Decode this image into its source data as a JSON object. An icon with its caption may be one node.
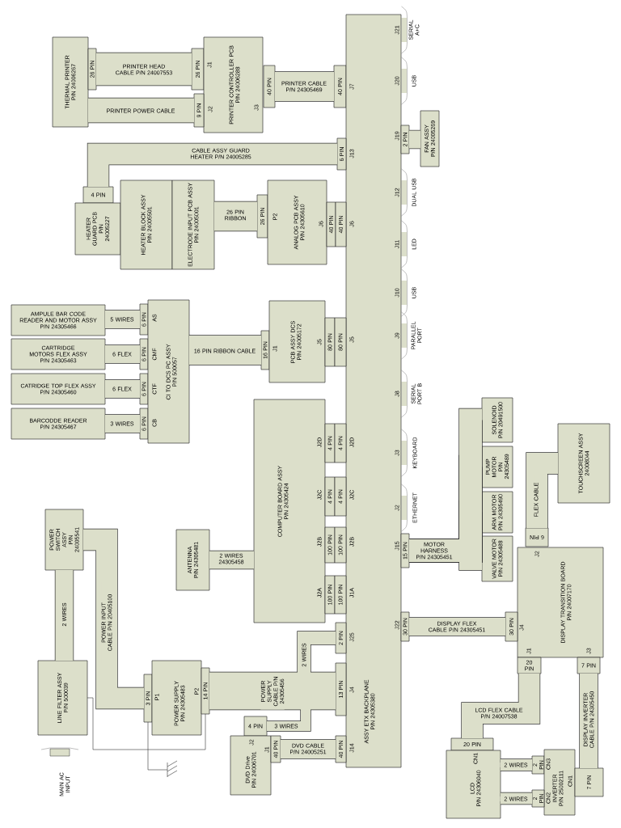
{
  "diagram": {
    "nodes": [
      {
        "text": [
          "THERMAL PRINTER",
          "P/N 24006267"
        ]
      },
      {
        "text": [
          "26 PIN"
        ]
      },
      {
        "text": [
          "26 PIN"
        ]
      },
      {
        "text": [
          "PRINTER CONTROLLER PCB",
          "P/N 24006288",
          "J1",
          "J2",
          "J3"
        ]
      },
      {
        "text": [
          "9 PIN"
        ]
      },
      {
        "text": [
          "40 PIN"
        ]
      },
      {
        "text": [
          "40 PIN"
        ]
      },
      {
        "text": [
          "ASSY ETX BACKPLANE",
          "P/N 24305380",
          "J7",
          "J13",
          "J6",
          "J5",
          "J2D",
          "J2C",
          "J2B",
          "J1A",
          "J25",
          "J4",
          "J14",
          "J21",
          "J20",
          "J19",
          "J12",
          "J11",
          "J10",
          "J9",
          "J8",
          "J3",
          "J2",
          "J15",
          "J22"
        ]
      },
      {
        "text": [
          "6 PIN"
        ]
      },
      {
        "text": [
          "4 PIN"
        ]
      },
      {
        "text": [
          "HEATER GUARD PCB",
          "P/N 24005227"
        ]
      },
      {
        "text": [
          "HEATER BLOCK ASSY",
          "P/N 24005501"
        ]
      },
      {
        "text": [
          "ELECTRODE INPUT PCB ASSY",
          "P/N 24005001"
        ]
      },
      {
        "text": [
          "26 PIN"
        ]
      },
      {
        "text": [
          "ANALOG PCB ASSY",
          "P/N 24305610",
          "P2",
          "J6"
        ]
      },
      {
        "text": [
          "40 PIN"
        ]
      },
      {
        "text": [
          "40 PIN"
        ]
      },
      {
        "text": [
          "2 PIN"
        ]
      },
      {
        "text": [
          "FAN ASSY",
          "P/N 24005269"
        ]
      },
      {
        "text": [
          "AMPULE BAR CODE READER AND MOTOR ASSY",
          "P/N 24305466"
        ]
      },
      {
        "text": [
          "6 PIN"
        ]
      },
      {
        "text": [
          "CARTRIDGE MOTORS FLEX ASSY",
          "P/N 24305463"
        ]
      },
      {
        "text": [
          "6 PIN"
        ]
      },
      {
        "text": [
          "CATRIDGE TOP FLEX ASSY",
          "P/N 24305460"
        ]
      },
      {
        "text": [
          "6 PIN"
        ]
      },
      {
        "text": [
          "BARCODDE READER",
          "P/N 24305467"
        ]
      },
      {
        "text": [
          "6 PIN"
        ]
      },
      {
        "text": [
          "CI TO DCS PC ASSY",
          "P/N 500057",
          "AS",
          "CMF",
          "CTF",
          "CB"
        ]
      },
      {
        "text": [
          "16 PIN"
        ]
      },
      {
        "text": [
          "PCB ASSY DCS",
          "P/N 24005172",
          "J1",
          "J5"
        ]
      },
      {
        "text": [
          "80 PIN"
        ]
      },
      {
        "text": [
          "80 PIN"
        ]
      },
      {
        "text": [
          "COMPUTER BOARD ASSY",
          "P/N 24305424",
          "J2D",
          "J2C",
          "J2B",
          "J2A"
        ]
      },
      {
        "text": [
          "4 PIN"
        ]
      },
      {
        "text": [
          "4 PIN"
        ]
      },
      {
        "text": [
          "4 PIN"
        ]
      },
      {
        "text": [
          "4 PIN"
        ]
      },
      {
        "text": [
          "100 PIN"
        ]
      },
      {
        "text": [
          "100 PIN"
        ]
      },
      {
        "text": [
          "100 PIN"
        ]
      },
      {
        "text": [
          "100 PIN"
        ]
      },
      {
        "text": [
          "ANTENNA",
          "P/N 24305481"
        ]
      },
      {
        "text": [
          "SOLENOID",
          "P/N 20491500"
        ]
      },
      {
        "text": [
          "PUMP MOTOR",
          "P/N 24305489"
        ]
      },
      {
        "text": [
          "ARM MOTOR",
          "P/N 24305490"
        ]
      },
      {
        "text": [
          "VALVE MOTOR",
          "P/N 24305488"
        ]
      },
      {
        "text": [
          "TOUCHSCREEN ASSY",
          "24008044"
        ]
      },
      {
        "text": [
          "15 PIN"
        ]
      },
      {
        "text": [
          "6 PIN"
        ]
      },
      {
        "text": [
          "DISPLAY TRANSITION BOARD",
          "P/N 24007170",
          "J2",
          "J4",
          "J1",
          "J3"
        ]
      },
      {
        "text": [
          "POWER SWITCH ASSY",
          "P/N 24005541"
        ]
      },
      {
        "text": [
          "30 PIN"
        ]
      },
      {
        "text": [
          "30 PIN"
        ]
      },
      {
        "text": [
          "2 PIN"
        ]
      },
      {
        "text": [
          "LINE FILTER ASSY",
          "P/N 500039"
        ]
      },
      {
        "text": [
          "3 PIN"
        ]
      },
      {
        "text": [
          "POWER SUPPLY",
          "P/N 24305483",
          "P1",
          "P2"
        ]
      },
      {
        "text": [
          "14 PIN"
        ]
      },
      {
        "text": [
          "13 PIN"
        ]
      },
      {
        "text": [
          "20 PIN"
        ]
      },
      {
        "text": [
          "7 PIN"
        ]
      },
      {
        "text": [
          "4 PIN"
        ]
      },
      {
        "text": [
          "DVD Drive",
          "P/N 24006701",
          "J2",
          "J1"
        ]
      },
      {
        "text": [
          "40 PIN"
        ]
      },
      {
        "text": [
          "40 PIN"
        ]
      },
      {
        "text": [
          "20 PIN"
        ]
      },
      {
        "text": [
          "LCD",
          "P/N 24306040",
          "CN1"
        ]
      },
      {
        "text": [
          "2 PIN"
        ]
      },
      {
        "text": [
          "INVERTER",
          "P/N 25002111",
          "CN3",
          "CN1",
          "CN2"
        ]
      },
      {
        "text": [
          "2 PIN"
        ]
      },
      {
        "text": [
          "7 PIN"
        ]
      },
      {
        "text": [],
        "shape": "ground"
      }
    ],
    "edges": [
      {
        "from": 1,
        "to": 2,
        "arrow": "none",
        "label": "PRINTER HEAD CABLE P/N 24007553"
      },
      {
        "from": 0,
        "to": 4,
        "arrow": "none",
        "label": "PRINTER POWER CABLE"
      },
      {
        "from": 5,
        "to": 6,
        "arrow": "none",
        "label": "PRINTER CABLE P/N 24305469"
      },
      {
        "from": 8,
        "to": 9,
        "arrow": "none",
        "label": "CABLE ASSY GUARD HEATER P/N 24005285"
      },
      {
        "from": 12,
        "to": 13,
        "arrow": "none",
        "label": "26 PIN RIBBON"
      },
      {
        "from": 17,
        "to": 18,
        "arrow": "none"
      },
      {
        "from": 19,
        "to": 20,
        "arrow": "none",
        "label": "5 WIRES"
      },
      {
        "from": 21,
        "to": 22,
        "arrow": "none",
        "label": "6 FLEX"
      },
      {
        "from": 23,
        "to": 24,
        "arrow": "none",
        "label": "6 FLEX"
      },
      {
        "from": 25,
        "to": 26,
        "arrow": "none",
        "label": "3 WIRES"
      },
      {
        "from": 27,
        "to": 28,
        "arrow": "none",
        "label": "16 PIN RIBBON CABLE"
      },
      {
        "from": 41,
        "to": 32,
        "arrow": "none",
        "label": "2 WIRES 24305458"
      },
      {
        "from": 47,
        "to": 42,
        "arrow": "none",
        "label": "MOTOR HARNESS P/N 24305451"
      },
      {
        "from": 47,
        "to": 43,
        "arrow": "none"
      },
      {
        "from": 47,
        "to": 44,
        "arrow": "none"
      },
      {
        "from": 47,
        "to": 45,
        "arrow": "none"
      },
      {
        "from": 46,
        "to": 48,
        "arrow": "none",
        "label": "FLEX CABLE"
      },
      {
        "from": 51,
        "to": 52,
        "arrow": "none",
        "label": "DISPLAY FLEX CABLE P/N 24305451"
      },
      {
        "from": 50,
        "to": 54,
        "arrow": "none",
        "label": "2 WIRES"
      },
      {
        "from": 50,
        "to": 55,
        "arrow": "none",
        "label": "POWER INPUT CABLE P/N 20405100"
      },
      {
        "from": 57,
        "to": 58,
        "arrow": "none",
        "label": "POWER SUPPLY CABLE P/N 24305456"
      },
      {
        "from": 57,
        "to": 53,
        "arrow": "none",
        "label": "2 WIRES"
      },
      {
        "from": 57,
        "to": 61,
        "arrow": "none",
        "label": "3 WIRES"
      },
      {
        "from": 63,
        "to": 64,
        "arrow": "none",
        "label": "DVD CABLE P/N 24005251"
      },
      {
        "from": 59,
        "to": 65,
        "arrow": "none",
        "label": "LCD FLEX CABLE P/N 24007538"
      },
      {
        "from": 60,
        "to": 70,
        "arrow": "none",
        "label": "DISPLAY INVERTER CABLE P/N 24305450"
      },
      {
        "from": 66,
        "to": 67,
        "arrow": "none",
        "label": "2 WIRES"
      },
      {
        "from": 66,
        "to": 69,
        "arrow": "none",
        "label": "2 WIRES"
      },
      {
        "from": 54,
        "to": 57,
        "arrow": "none"
      },
      {
        "from": 55,
        "to": 71,
        "arrow": "none"
      }
    ],
    "labels": [
      "SERIAL A+C",
      "USB",
      "DUAL USB",
      "LED",
      "USB",
      "PARALLEL PORT",
      "SERIAL PORT B",
      "KEYBOARD",
      "ETHERNET",
      "MAIN AC INPUT"
    ]
  }
}
